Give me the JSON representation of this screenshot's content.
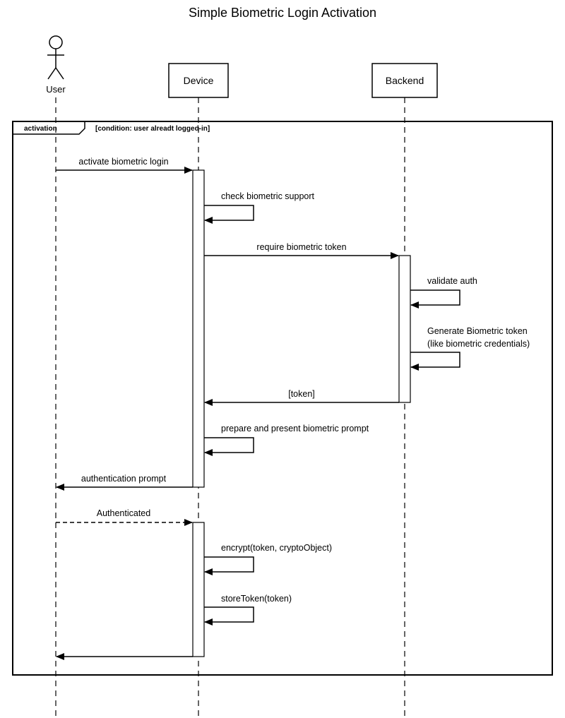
{
  "diagram": {
    "title": "Simple Biometric Login Activation",
    "actor": {
      "label": "User"
    },
    "participants": [
      {
        "label": "Device"
      },
      {
        "label": "Backend"
      }
    ],
    "frame": {
      "tag": "activation",
      "condition": "[condition: user alreadt logged-in]"
    },
    "messages": [
      {
        "label": "activate biometric login"
      },
      {
        "label": "check biometric support"
      },
      {
        "label": "require biometric token"
      },
      {
        "label": "validate auth"
      },
      {
        "label_line1": "Generate Biometric token",
        "label_line2": "(like biometric credentials)"
      },
      {
        "label": "[token]"
      },
      {
        "label": "prepare and present biometric prompt"
      },
      {
        "label": "authentication prompt"
      },
      {
        "label": "Authenticated"
      },
      {
        "label": "encrypt(token, cryptoObject)"
      },
      {
        "label": "storeToken(token)"
      }
    ]
  }
}
